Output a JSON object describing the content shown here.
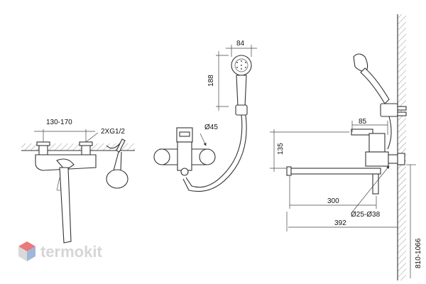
{
  "labels": {
    "dim_130_170": "130-170",
    "thread": "2XG1/2",
    "shower_width": "84",
    "shower_length": "188",
    "escutcheon_dia": "Ø45",
    "spout_reach_offset": "85",
    "height_135": "135",
    "length_300": "300",
    "pipe_dia": "Ø25-Ø38",
    "length_392": "392",
    "install_height": "810-1066"
  },
  "watermark": {
    "text": "termokit",
    "colors": {
      "top": "#e87a7a",
      "left": "#d9d9d9",
      "right": "#9fb7d9"
    }
  }
}
